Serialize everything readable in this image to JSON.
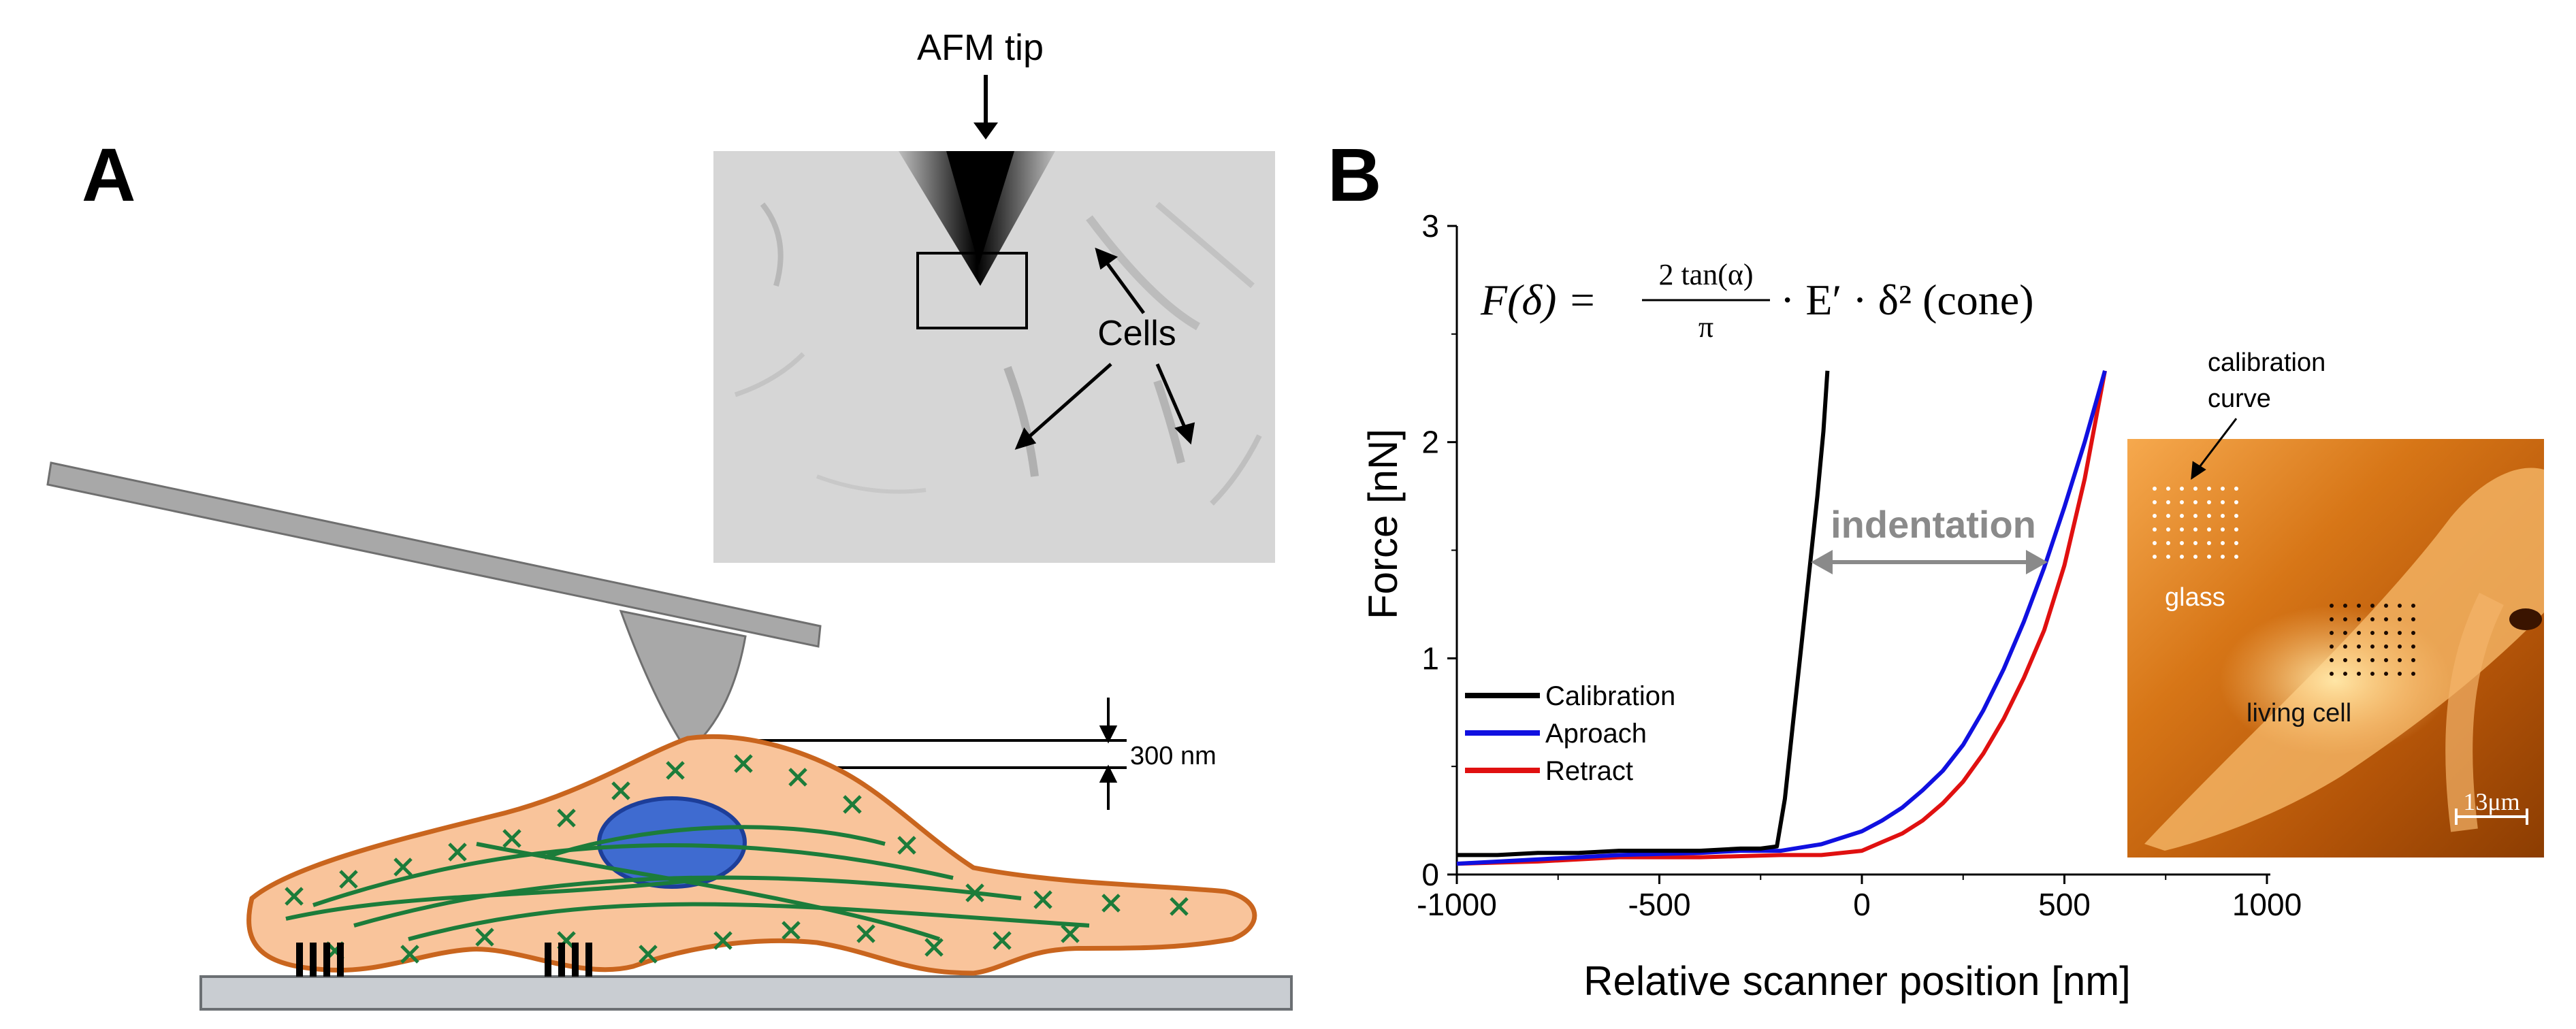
{
  "panel_a": {
    "label": "A",
    "tip_label": "AFM tip",
    "cells_label": "Cells",
    "distance_label": "300 nm"
  },
  "panel_b": {
    "label": "B",
    "formula": {
      "lhs": "F(δ) =",
      "numerator": "2 tan(α)",
      "denominator": "π",
      "rhs": "· E′ · δ² (cone)"
    },
    "annotation": "indentation",
    "inset": {
      "calibration_label": "calibration curve",
      "glass_label": "glass",
      "cell_label": "living cell",
      "scale_label": "13μm"
    }
  },
  "chart_data": {
    "type": "line",
    "title": "",
    "xlabel": "Relative scanner position [nm]",
    "ylabel": "Force [nN]",
    "xlim": [
      -1000,
      1000
    ],
    "ylim": [
      0,
      3
    ],
    "xticks": [
      -1000,
      -500,
      0,
      500,
      1000
    ],
    "yticks": [
      0,
      1,
      2,
      3
    ],
    "legend_position": "bottom-left",
    "series": [
      {
        "name": "Calibration",
        "color": "#000000",
        "x": [
          -1000,
          -900,
          -800,
          -700,
          -600,
          -500,
          -400,
          -300,
          -250,
          -210,
          -190,
          -170,
          -150,
          -130,
          -110,
          -95,
          -85
        ],
        "y": [
          0.09,
          0.09,
          0.1,
          0.1,
          0.11,
          0.11,
          0.11,
          0.12,
          0.12,
          0.13,
          0.35,
          0.7,
          1.05,
          1.4,
          1.75,
          2.05,
          2.33
        ]
      },
      {
        "name": "Aproach",
        "color": "#1010e0",
        "x": [
          -1000,
          -800,
          -600,
          -400,
          -300,
          -200,
          -100,
          0,
          50,
          100,
          150,
          200,
          250,
          300,
          350,
          400,
          450,
          500,
          550,
          600
        ],
        "y": [
          0.05,
          0.07,
          0.09,
          0.1,
          0.11,
          0.11,
          0.14,
          0.2,
          0.25,
          0.31,
          0.39,
          0.48,
          0.6,
          0.76,
          0.95,
          1.17,
          1.42,
          1.7,
          2.0,
          2.33
        ]
      },
      {
        "name": "Retract",
        "color": "#e01010",
        "x": [
          -1000,
          -800,
          -600,
          -400,
          -200,
          -100,
          0,
          50,
          100,
          150,
          200,
          250,
          300,
          350,
          400,
          450,
          500,
          550,
          600
        ],
        "y": [
          0.05,
          0.06,
          0.08,
          0.08,
          0.09,
          0.09,
          0.11,
          0.15,
          0.19,
          0.25,
          0.33,
          0.43,
          0.56,
          0.72,
          0.91,
          1.13,
          1.43,
          1.83,
          2.33
        ]
      }
    ]
  }
}
